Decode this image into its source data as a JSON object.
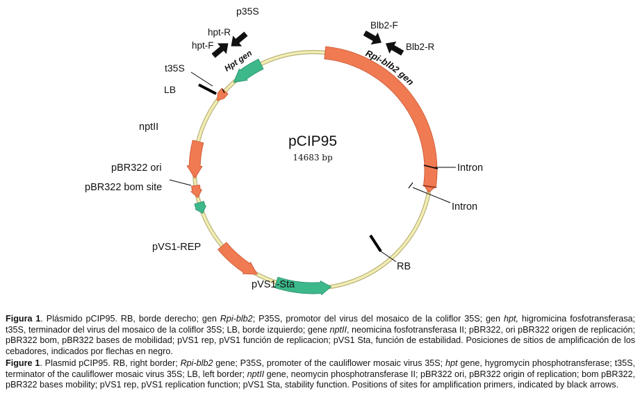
{
  "plasmid": {
    "name": "pCIP95",
    "size": "14683 bp"
  },
  "labels": {
    "p35S": "p35S",
    "hpt_r": "hpt-R",
    "hpt_f": "hpt-F",
    "hpt_gen": "Hpt gen",
    "t35s": "t35S",
    "lb": "LB",
    "nptii": "nptII",
    "pbr_ori": "pBR322 ori",
    "pbr_bom": "pBR322 bom site",
    "pvs1_rep": "pVS1-REP",
    "pvs1_sta": "pVS1-Sta",
    "rb": "RB",
    "intron_1": "Intron",
    "intron_2": "Intron",
    "blb2_f": "Blb2-F",
    "blb2_r": "Blb2-R",
    "rpi_gen": "Rpi-blb2 gen"
  },
  "colors": {
    "orange": "#f07a52",
    "green": "#3db88a",
    "backbone": "#f2eeb4",
    "primer": "#111111"
  },
  "caption_es": {
    "lead": "Figura 1",
    "p1": ". Plásmido pCIP95. RB, borde derecho; gen ",
    "i1": "Rpi-blb2",
    "p2": "; P35S, promotor del virus del mosaico de la coliflor 35S; gen ",
    "i2": "hpt,",
    "p3": " higromicina fosfotransferasa; t35S, terminador del virus del mosaico de la coliflor 35S; LB, borde izquierdo; gene ",
    "i3": "nptII",
    "p4": ", neomicina fosfotransferasa II; pBR322, ori pBR322 origen de replicación; pBR322 bom, pBR322 bases de mobilidad; pVS1 rep, pVS1 función de replicacion; pVS1 Sta, función de estabilidad. Posiciones de sitios de amplificación de los cebadores, indicados por flechas en negro."
  },
  "caption_en": {
    "lead": "Figure 1",
    "p1": ". Plasmid pCIP95. RB, right border; ",
    "i1": "Rpi-blb2",
    "p2": " gene; P35S, promoter of the cauliflower mosaic virus 35S; ",
    "i2": "hpt",
    "p3": " gene, hygromycin phosphotransferase; t35S, terminator of the cauliflower mosaic virus 35S; LB, left border; ",
    "i3": "nptII",
    "p4": " gene, neomycin phosphotransferase II; pBR322 ori, pBR322 origin of replication; bom pBR322, pBR322 bases mobility; pVS1 rep, pVS1 replication function; pVS1 Sta, stability function. Positions of sites for amplification primers, indicated by black arrows."
  }
}
